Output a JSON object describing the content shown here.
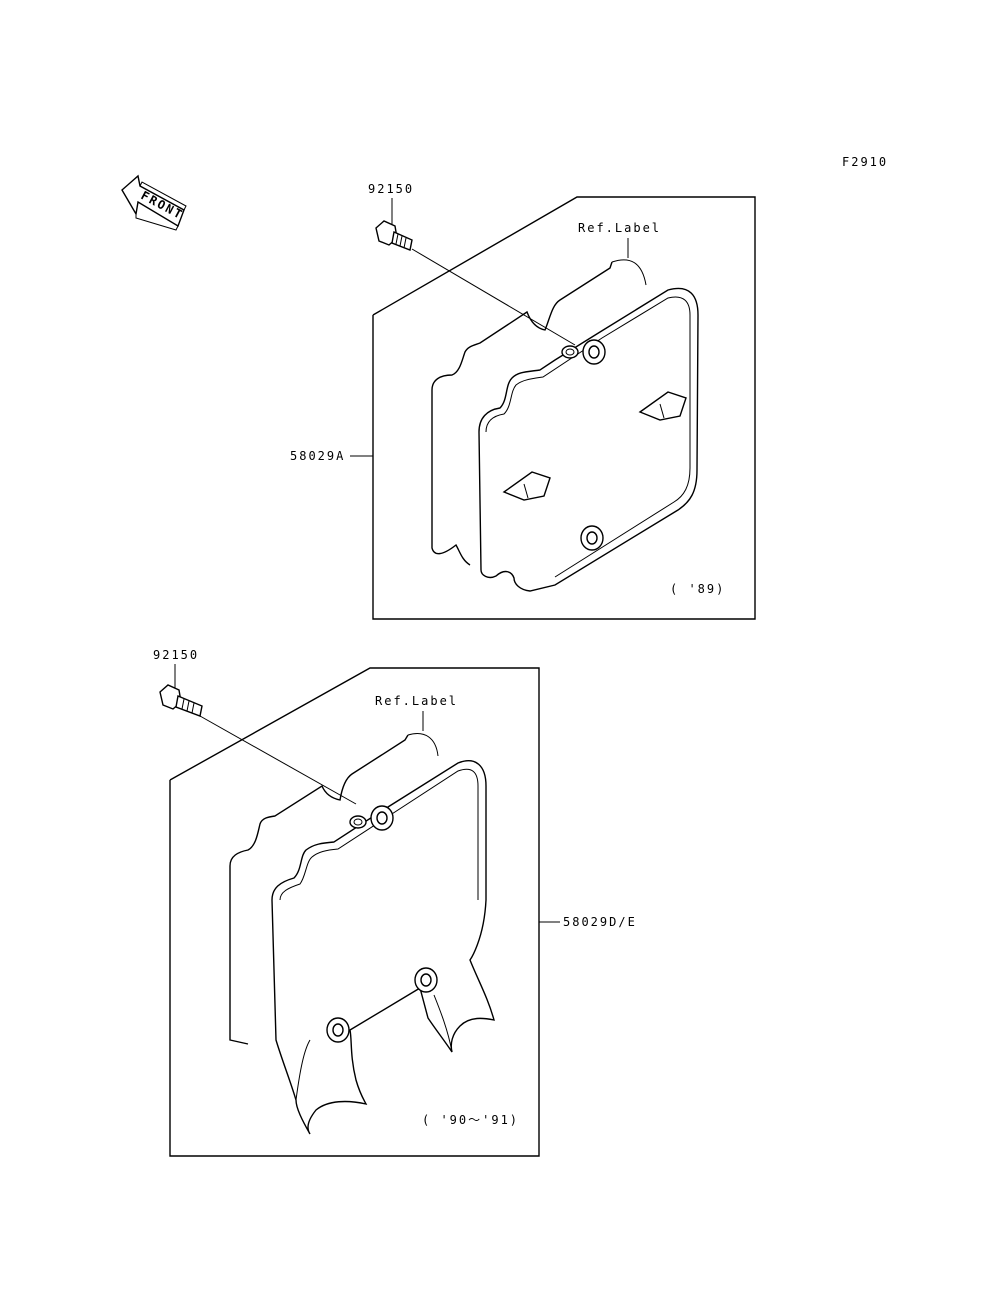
{
  "figure_code": "F2910",
  "front_arrow": {
    "label": "FRONT",
    "icon": "front-direction-arrow-icon"
  },
  "upper_group": {
    "bolt_part": "92150",
    "ref_label": "Ref.Label",
    "part_number": "58029A",
    "year_range": "( '89)"
  },
  "lower_group": {
    "bolt_part": "92150",
    "ref_label": "Ref.Label",
    "part_number": "58029D/E",
    "year_range": "( '90～'91)"
  }
}
